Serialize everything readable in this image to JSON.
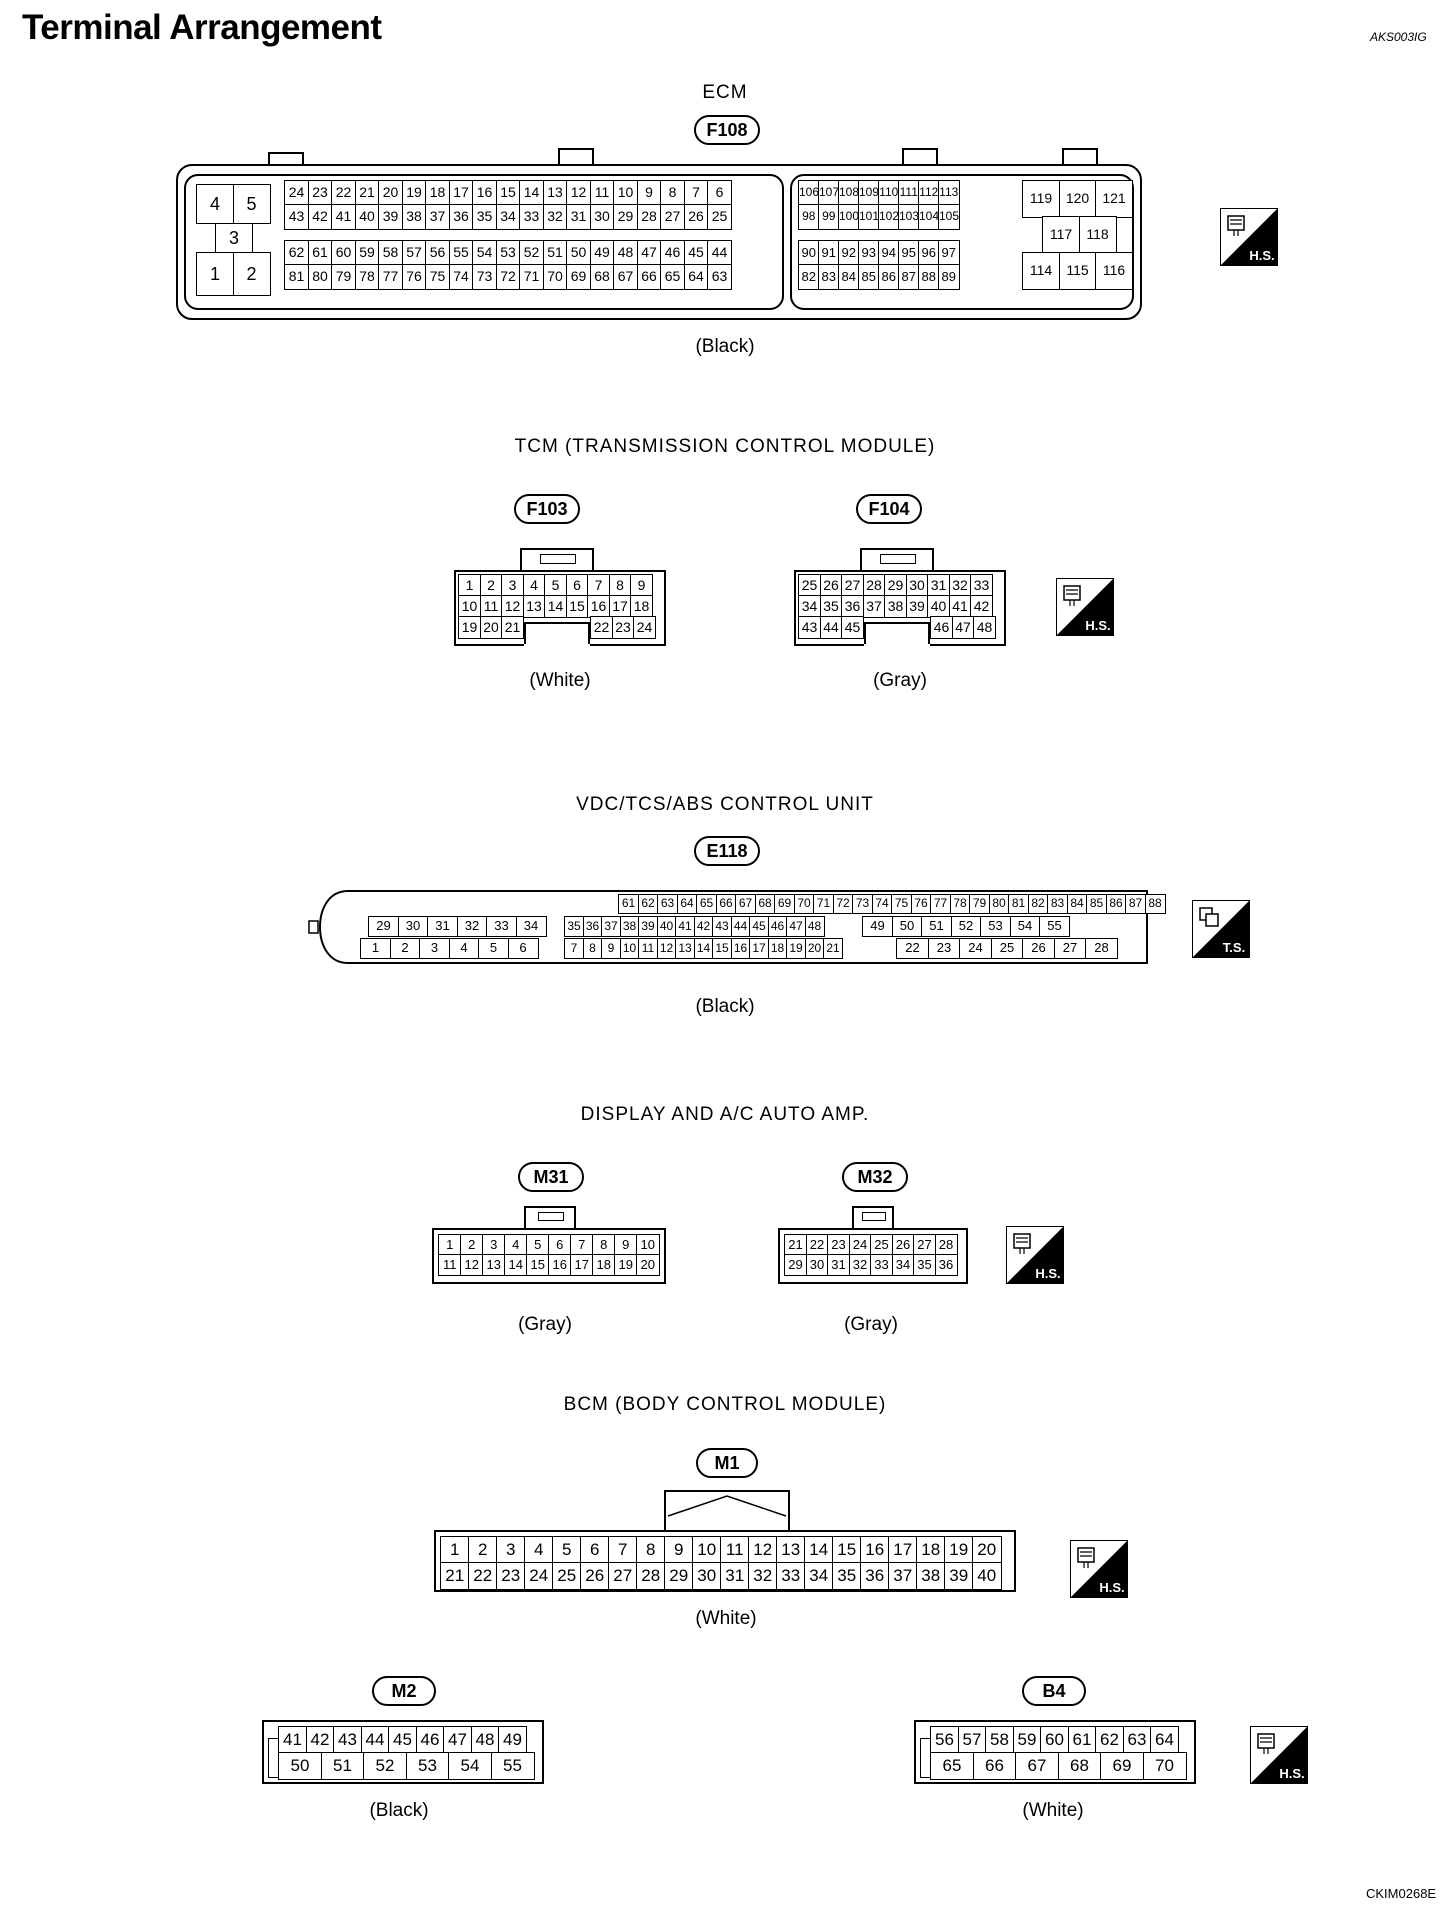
{
  "page": {
    "title": "Terminal Arrangement",
    "doc_code": "AKS003IG",
    "figure_code": "CKIM0268E"
  },
  "badges": {
    "hs": "H.S.",
    "ts": "T.S."
  },
  "ecm": {
    "heading": "ECM",
    "tag": "F108",
    "color": "(Black)",
    "left_block": {
      "r1": [
        "4",
        "5"
      ],
      "r2": [
        "3"
      ],
      "r3": [
        "1",
        "2"
      ]
    },
    "row1": [
      "24",
      "23",
      "22",
      "21",
      "20",
      "19",
      "18",
      "17",
      "16",
      "15",
      "14",
      "13",
      "12",
      "11",
      "10",
      "9",
      "8",
      "7",
      "6"
    ],
    "row2": [
      "43",
      "42",
      "41",
      "40",
      "39",
      "38",
      "37",
      "36",
      "35",
      "34",
      "33",
      "32",
      "31",
      "30",
      "29",
      "28",
      "27",
      "26",
      "25"
    ],
    "row3": [
      "62",
      "61",
      "60",
      "59",
      "58",
      "57",
      "56",
      "55",
      "54",
      "53",
      "52",
      "51",
      "50",
      "49",
      "48",
      "47",
      "46",
      "45",
      "44"
    ],
    "row4": [
      "81",
      "80",
      "79",
      "78",
      "77",
      "76",
      "75",
      "74",
      "73",
      "72",
      "71",
      "70",
      "69",
      "68",
      "67",
      "66",
      "65",
      "64",
      "63"
    ],
    "mid_row1": [
      "106",
      "107",
      "108",
      "109",
      "110",
      "111",
      "112",
      "113"
    ],
    "mid_row2": [
      "98",
      "99",
      "100",
      "101",
      "102",
      "103",
      "104",
      "105"
    ],
    "mid_row3": [
      "90",
      "91",
      "92",
      "93",
      "94",
      "95",
      "96",
      "97"
    ],
    "mid_row4": [
      "82",
      "83",
      "84",
      "85",
      "86",
      "87",
      "88",
      "89"
    ],
    "right_row1": [
      "119",
      "120",
      "121"
    ],
    "right_row2": [
      "117",
      "118"
    ],
    "right_row3": [
      "114",
      "115",
      "116"
    ]
  },
  "tcm": {
    "heading": "TCM (TRANSMISSION CONTROL MODULE)",
    "f103": {
      "tag": "F103",
      "color": "(White)",
      "row1": [
        "1",
        "2",
        "3",
        "4",
        "5",
        "6",
        "7",
        "8",
        "9"
      ],
      "row2": [
        "10",
        "11",
        "12",
        "13",
        "14",
        "15",
        "16",
        "17",
        "18"
      ],
      "row3a": [
        "19",
        "20",
        "21"
      ],
      "row3b": [
        "22",
        "23",
        "24"
      ]
    },
    "f104": {
      "tag": "F104",
      "color": "(Gray)",
      "row1": [
        "25",
        "26",
        "27",
        "28",
        "29",
        "30",
        "31",
        "32",
        "33"
      ],
      "row2": [
        "34",
        "35",
        "36",
        "37",
        "38",
        "39",
        "40",
        "41",
        "42"
      ],
      "row3a": [
        "43",
        "44",
        "45"
      ],
      "row3b": [
        "46",
        "47",
        "48"
      ]
    }
  },
  "vdc": {
    "heading": "VDC/TCS/ABS CONTROL UNIT",
    "tag": "E118",
    "color": "(Black)",
    "top": [
      "61",
      "62",
      "63",
      "64",
      "65",
      "66",
      "67",
      "68",
      "69",
      "70",
      "71",
      "72",
      "73",
      "74",
      "75",
      "76",
      "77",
      "78",
      "79",
      "80",
      "81",
      "82",
      "83",
      "84",
      "85",
      "86",
      "87",
      "88"
    ],
    "mid_a": [
      "29",
      "30",
      "31",
      "32",
      "33",
      "34"
    ],
    "mid_b": [
      "35",
      "36",
      "37",
      "38",
      "39",
      "40",
      "41",
      "42",
      "43",
      "44",
      "45",
      "46",
      "47",
      "48"
    ],
    "mid_c": [
      "49",
      "50",
      "51",
      "52",
      "53",
      "54",
      "55"
    ],
    "bot_a": [
      "1",
      "2",
      "3",
      "4",
      "5",
      "6"
    ],
    "bot_b": [
      "7",
      "8",
      "9",
      "10",
      "11",
      "12",
      "13",
      "14",
      "15",
      "16",
      "17",
      "18",
      "19",
      "20",
      "21"
    ],
    "bot_c": [
      "22",
      "23",
      "24",
      "25",
      "26",
      "27",
      "28"
    ]
  },
  "display": {
    "heading": "DISPLAY AND A/C AUTO AMP.",
    "m31": {
      "tag": "M31",
      "color": "(Gray)",
      "row1": [
        "1",
        "2",
        "3",
        "4",
        "5",
        "6",
        "7",
        "8",
        "9",
        "10"
      ],
      "row2": [
        "11",
        "12",
        "13",
        "14",
        "15",
        "16",
        "17",
        "18",
        "19",
        "20"
      ]
    },
    "m32": {
      "tag": "M32",
      "color": "(Gray)",
      "row1": [
        "21",
        "22",
        "23",
        "24",
        "25",
        "26",
        "27",
        "28"
      ],
      "row2": [
        "29",
        "30",
        "31",
        "32",
        "33",
        "34",
        "35",
        "36"
      ]
    }
  },
  "bcm": {
    "heading": "BCM (BODY CONTROL MODULE)",
    "m1": {
      "tag": "M1",
      "color": "(White)",
      "row1": [
        "1",
        "2",
        "3",
        "4",
        "5",
        "6",
        "7",
        "8",
        "9",
        "10",
        "11",
        "12",
        "13",
        "14",
        "15",
        "16",
        "17",
        "18",
        "19",
        "20"
      ],
      "row2": [
        "21",
        "22",
        "23",
        "24",
        "25",
        "26",
        "27",
        "28",
        "29",
        "30",
        "31",
        "32",
        "33",
        "34",
        "35",
        "36",
        "37",
        "38",
        "39",
        "40"
      ]
    },
    "m2": {
      "tag": "M2",
      "color": "(Black)",
      "row1": [
        "41",
        "42",
        "43",
        "44",
        "45",
        "46",
        "47",
        "48",
        "49"
      ],
      "row2": [
        "50",
        "51",
        "52",
        "53",
        "54",
        "55"
      ]
    },
    "b4": {
      "tag": "B4",
      "color": "(White)",
      "row1": [
        "56",
        "57",
        "58",
        "59",
        "60",
        "61",
        "62",
        "63",
        "64"
      ],
      "row2": [
        "65",
        "66",
        "67",
        "68",
        "69",
        "70"
      ]
    }
  }
}
